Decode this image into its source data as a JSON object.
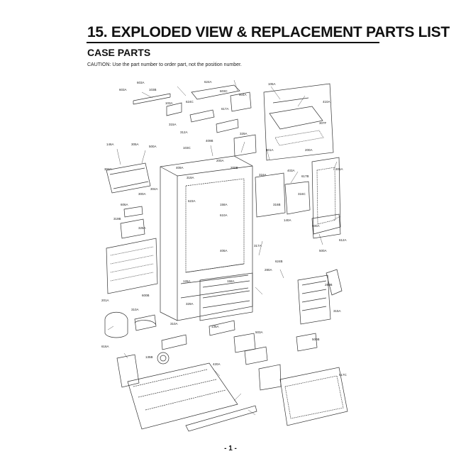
{
  "document": {
    "title": "15. EXPLODED VIEW & REPLACEMENT PARTS LIST",
    "section": "CASE PARTS",
    "caution": "CAUTION: Use the part number to order part, not the position number.",
    "page_number": "- 1 -"
  },
  "labels": {
    "l01": "603A",
    "l02": "603A",
    "l03": "103B",
    "l04": "103A",
    "l05": "624C",
    "l06": "624A",
    "l07": "603C",
    "l08": "604A",
    "l09": "105A",
    "l10": "410A",
    "l11": "617A",
    "l12": "315A",
    "l13": "312A",
    "l14": "329A",
    "l15": "307F",
    "l16": "146A",
    "l17": "305A",
    "l18": "500A",
    "l19": "103C",
    "l20": "409B",
    "l21": "200A",
    "l22": "200B",
    "l23": "501A",
    "l24": "200A",
    "l25": "303A",
    "l26": "409A",
    "l27": "319A",
    "l28": "316A",
    "l29": "403A",
    "l30": "617B",
    "l31": "301A",
    "l32": "300A",
    "l33": "304A",
    "l34": "623A",
    "l35": "606A",
    "l36": "158A",
    "l37": "316B",
    "l38": "316C",
    "l39": "319B",
    "l40": "610A",
    "l41": "140A",
    "l42": "600A",
    "l43": "325A",
    "l44": "406A",
    "l45": "317A",
    "l46": "500A",
    "l47": "612A",
    "l48": "624B",
    "l49": "280A",
    "l50": "126A",
    "l51": "158A",
    "l52": "280B",
    "l53": "600B",
    "l54": "201A",
    "l55": "329A",
    "l56": "310A",
    "l57": "315A",
    "l58": "310A",
    "l59": "135A",
    "l60": "503A",
    "l61": "500B",
    "l62": "616A",
    "l63": "135B",
    "l64": "420A",
    "l65": "617C"
  }
}
